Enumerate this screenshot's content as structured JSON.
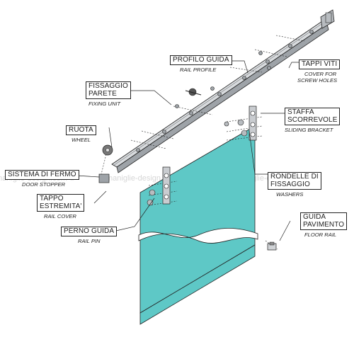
{
  "watermark": "maniglie-design.com ©",
  "labels": {
    "rail_profile": {
      "main": "PROFILO GUIDA",
      "sub": "RAIL PROFILE"
    },
    "screw_caps": {
      "main": "TAPPI VITI",
      "sub1": "COVER FOR",
      "sub2": "SCREW HOLES"
    },
    "fixing_unit": {
      "main1": "FISSAGGIO",
      "main2": "PARETE",
      "sub": "FIXING UNIT"
    },
    "sliding_bracket": {
      "main1": "STAFFA",
      "main2": "SCORREVOLE",
      "sub": "SLIDING BRACKET"
    },
    "wheel": {
      "main": "RUOTA",
      "sub": "WHEEL"
    },
    "door_stopper": {
      "main": "SISTEMA DI FERMO",
      "sub": "DOOR STOPPER"
    },
    "washers": {
      "main1": "RONDELLE DI",
      "main2": "FISSAGGIO",
      "sub": "WASHERS"
    },
    "rail_cover": {
      "main1": "TAPPO",
      "main2": "ESTREMITA'",
      "sub": "RAIL COVER"
    },
    "floor_rail": {
      "main1": "GUIDA",
      "main2": "PAVIMENTO",
      "sub": "FLOOR RAIL"
    },
    "rail_pin": {
      "main": "PERNO GUIDA",
      "sub": "RAIL PIN"
    }
  },
  "colors": {
    "glass": "#5ec8c6",
    "line": "#222222",
    "metal": "#b8bcc0"
  }
}
